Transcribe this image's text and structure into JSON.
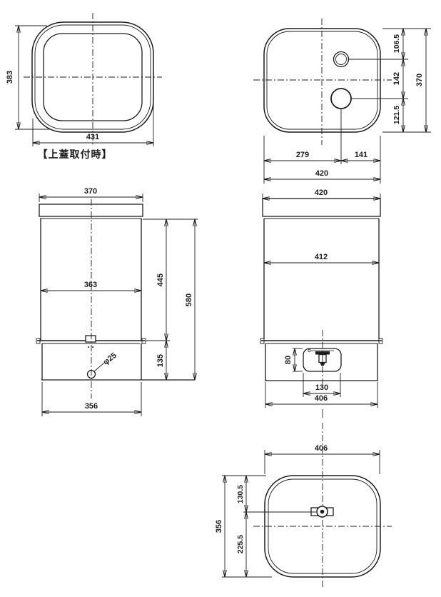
{
  "drawing": {
    "colors": {
      "background": "#ffffff",
      "line": "#1c1c1c"
    },
    "caption": "【上蓋取付時】",
    "plan_cover": {
      "depth": "383",
      "width": "431"
    },
    "plan_open": {
      "hole1_from_top": "106.5",
      "hole_spacing": "142",
      "hole2_from_bottom": "121.5",
      "depth": "370",
      "holes_from_left": "279",
      "holes_from_right": "141",
      "width": "420"
    },
    "side": {
      "lid_depth": "370",
      "inner_depth": "363",
      "body_height": "445",
      "total_height": "580",
      "base_height": "135",
      "base_depth": "356",
      "drain_diameter": "φ25"
    },
    "front": {
      "lid_width": "420",
      "body_width": "412",
      "recess_height": "80",
      "recess_width": "130",
      "base_width": "406"
    },
    "bottom": {
      "width": "406",
      "outlet_from_top": "130.5",
      "outlet_to_bottom": "225.5",
      "depth": "356"
    }
  }
}
